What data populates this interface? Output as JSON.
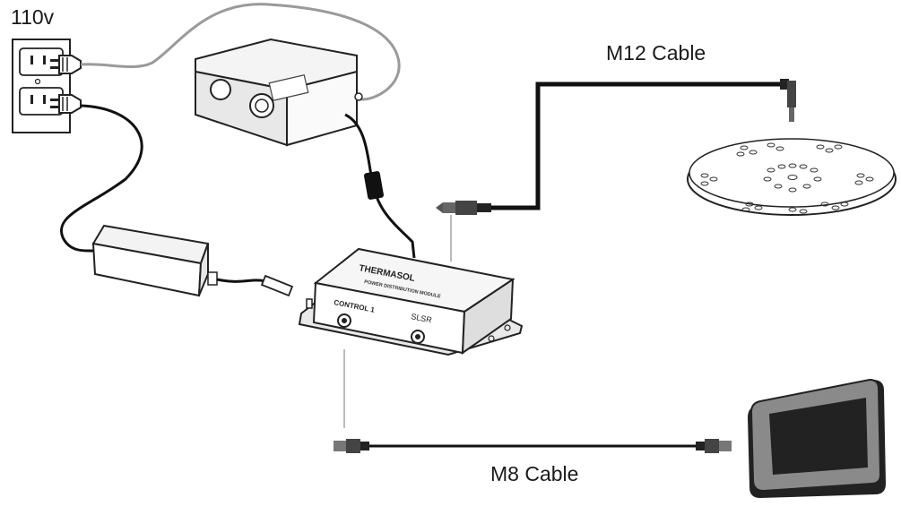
{
  "labels": {
    "voltage": "110v",
    "m12_cable": "M12 Cable",
    "m8_cable": "M8 Cable"
  },
  "module": {
    "brand": "THERMASOL",
    "subtitle": "POWER DISTRIBUTION MODULE",
    "port_control": "CONTROL 1",
    "port_slsr": "SLSR"
  },
  "colors": {
    "cable": "#111111",
    "cord": "#9a9a9a",
    "tablet_bezel": "#8a8a8a",
    "tablet_screen": "#222222"
  },
  "icons": {
    "outlet": "duplex-outlet-icon",
    "plug": "plug-icon",
    "generator": "steam-generator-icon",
    "power_supply": "power-supply-icon",
    "module": "power-distribution-module-icon",
    "steamhead": "steam-head-icon",
    "control": "touch-control-panel-icon"
  }
}
